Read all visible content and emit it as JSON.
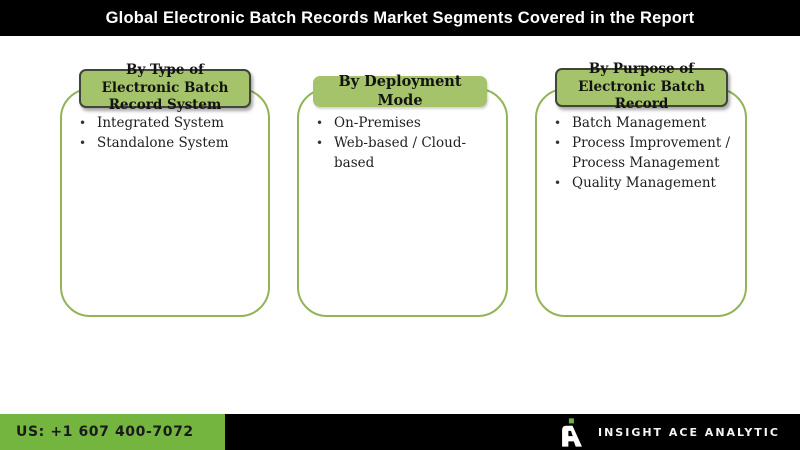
{
  "title": "Global Electronic Batch Records Market Segments Covered in the Report",
  "panels": [
    {
      "header": "By Type of Electronic Batch Record System",
      "items": [
        "Integrated System",
        "Standalone System"
      ]
    },
    {
      "header": "By Deployment Mode",
      "items": [
        "On-Premises",
        "Web-based / Cloud-based"
      ]
    },
    {
      "header": "By Purpose of Electronic Batch Record",
      "items": [
        "Batch Management",
        "Process Improvement / Process Management",
        "Quality Management"
      ]
    }
  ],
  "footer": {
    "phone": "US: +1 607 400-7072",
    "brand": "INSIGHT ACE ANALYTIC"
  },
  "colors": {
    "title_bar": "#000000",
    "panel_border": "#92b457",
    "header_fill": "#a5c36b",
    "header_border": "#3e4637",
    "footer_green": "#74b53f",
    "logo_green": "#6db33f"
  }
}
